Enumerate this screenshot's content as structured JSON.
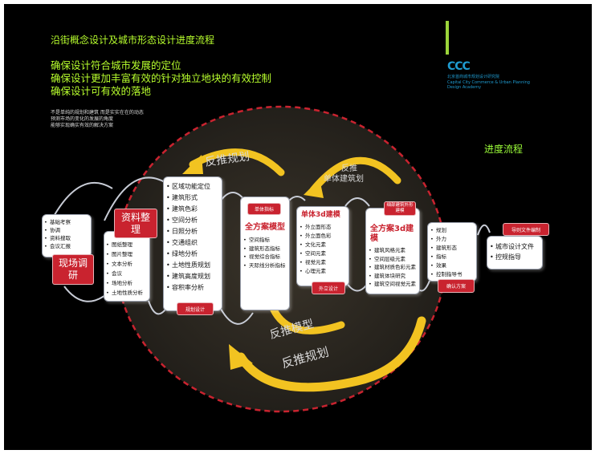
{
  "header": {
    "title": "沿街概念设计及城市形态设计进度流程",
    "goals": [
      "确保设计符合城市发展的定位",
      "确保设计更加丰富有效的针对独立地块的有效控制",
      "确保设计可有效的落地"
    ],
    "notes": [
      "不是单纯的规划和建筑 而是实实在在的动态",
      "预测市场的变化的发展的角度",
      "能够实现确实有效的解决方案"
    ],
    "progress_label": "进度流程"
  },
  "logo": {
    "mark": "CCC",
    "lines": [
      "北京首商城市规划设计研究院",
      "Capital City Commerce & Urban Planning",
      "Design Academy"
    ]
  },
  "steps": {
    "s1": {
      "items": [
        "基础考察",
        "协调",
        "资料搜取",
        "会议汇报"
      ],
      "label": "现场调研"
    },
    "s2": {
      "label": "资料整理",
      "items": [
        "图纸整理",
        "图片整理",
        "文本分析",
        "会议",
        "场地分析",
        "土地性质分析"
      ]
    },
    "s3": {
      "items": [
        "区域功能定位",
        "建筑形式",
        "建筑色彩",
        "空间分析",
        "日照分析",
        "交通组织",
        "绿地分析",
        "土地性质规划",
        "建筑高度规划",
        "容积率分析"
      ],
      "label": "规划设计"
    },
    "s4": {
      "top": "单体指标",
      "title": "全方案模型",
      "items": [
        "空间指标",
        "建筑形态指标",
        "视觉综合指标",
        "天际线分析指标"
      ]
    },
    "s5": {
      "title": "单体3d建模",
      "items": [
        "外立面形态",
        "外立面色彩",
        "文化元素",
        "空间元素",
        "视觉元素",
        "心理元素"
      ],
      "label": "外立设计"
    },
    "s6": {
      "top": "细部建筑外形建模",
      "title": "全方案3d建模",
      "items": [
        "建筑风格元素",
        "空间层级元素",
        "建筑材质色彩元素",
        "建筑体块研究",
        "建筑空间视觉元素"
      ]
    },
    "s7": {
      "items": [
        "规划",
        "外力",
        "建筑形态",
        "指标",
        "效果",
        "控制指导书"
      ],
      "label": "确认方案"
    },
    "s8": {
      "top": "导则文件编制",
      "items": [
        "城市设计文件",
        "控规指导"
      ]
    }
  },
  "arrows": {
    "top_left": "反推规划",
    "top_right": [
      "反推",
      "单体建筑划"
    ],
    "bottom_mid": "反推模型",
    "bottom_big": "反推规划"
  },
  "colors": {
    "background": "#000000",
    "accent_red": "#c9232f",
    "highlight_green": "#b8ff2e",
    "arrow_yellow": "#f2c321",
    "circle_fill": "#2b2720"
  }
}
